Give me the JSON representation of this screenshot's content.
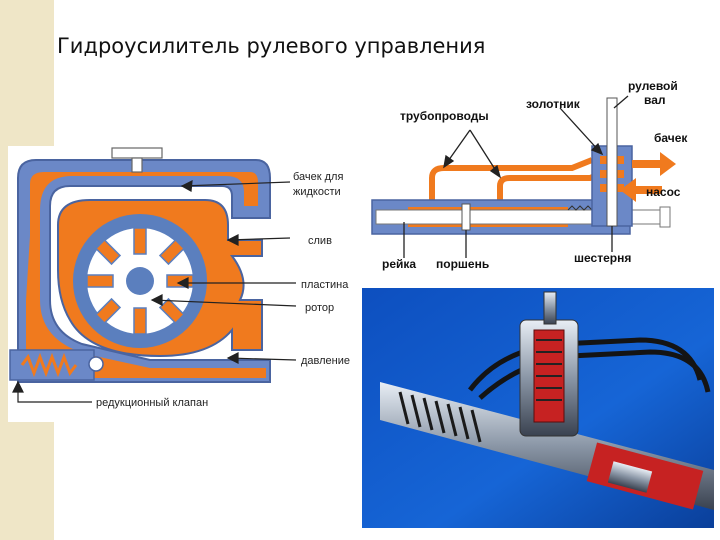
{
  "title": "Гидроусилитель рулевого управления",
  "pump_labels": {
    "reservoir": [
      "бачек для",
      "жидкости"
    ],
    "drain": "слив",
    "vane": "пластина",
    "rotor": "ротор",
    "pressure": "давление",
    "relief_valve": "редукционный клапан"
  },
  "rack_labels": {
    "steering_shaft": [
      "рулевой",
      "вал"
    ],
    "spool_valve": "золотник",
    "pipes": "трубопроводы",
    "reservoir": "бачек",
    "pump": "насос",
    "rack": "рейка",
    "piston": "поршень",
    "pinion": "шестерня"
  },
  "colors": {
    "fluid": "#f07a1e",
    "housing": "#5b7fbe",
    "label": "#222222",
    "background_strip": "#efe6c7"
  }
}
